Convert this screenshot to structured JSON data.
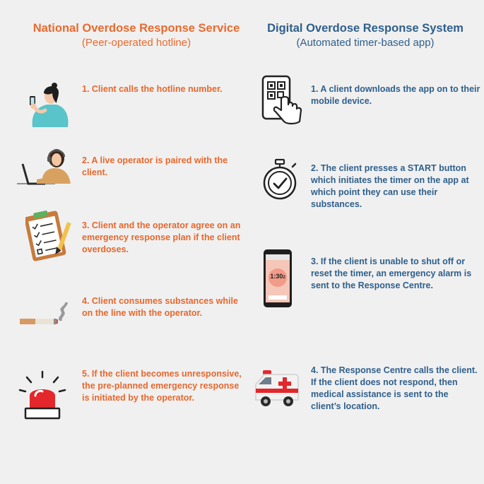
{
  "left": {
    "title": "National Overdose Response Service",
    "subtitle": "(Peer-operated hotline)",
    "steps": [
      {
        "text": "1. Client calls the hotline number.",
        "icon": "phone-caller-icon"
      },
      {
        "text": "2. A live operator is paired with the client.",
        "icon": "operator-headset-icon"
      },
      {
        "text": "3. Client and the operator agree on an emergency response plan if the client overdoses.",
        "icon": "clipboard-checklist-icon"
      },
      {
        "text": "4. Client consumes substances while on the line with the operator.",
        "icon": "cigarette-smoke-icon"
      },
      {
        "text": "5. If the client becomes unresponsive, the pre-planned emergency response is initiated by the operator.",
        "icon": "siren-alarm-icon"
      }
    ]
  },
  "right": {
    "title": "Digital Overdose Response System",
    "subtitle": "(Automated timer-based app)",
    "steps": [
      {
        "text": "1. A client downloads the app on to their mobile device.",
        "icon": "tapping-phone-icon"
      },
      {
        "text": "2. The client presses a START button which initiates the timer on the app at which point they can use their substances.",
        "icon": "stopwatch-icon"
      },
      {
        "text": "3. If the client is unable to shut off or reset the timer, an emergency alarm is sent to the Response Centre.",
        "icon": "timer-app-phone-icon"
      },
      {
        "text": "4. The Response Centre calls the client. If the client does not respond, then medical assistance is sent to the client’s location.",
        "icon": "ambulance-icon"
      }
    ],
    "phone_screen": {
      "timer": "1:30",
      "timer_suffix": "2"
    }
  },
  "colors": {
    "left_accent": "#ea6a2e",
    "right_accent": "#2e5f8c",
    "background": "#f0f0f0"
  }
}
